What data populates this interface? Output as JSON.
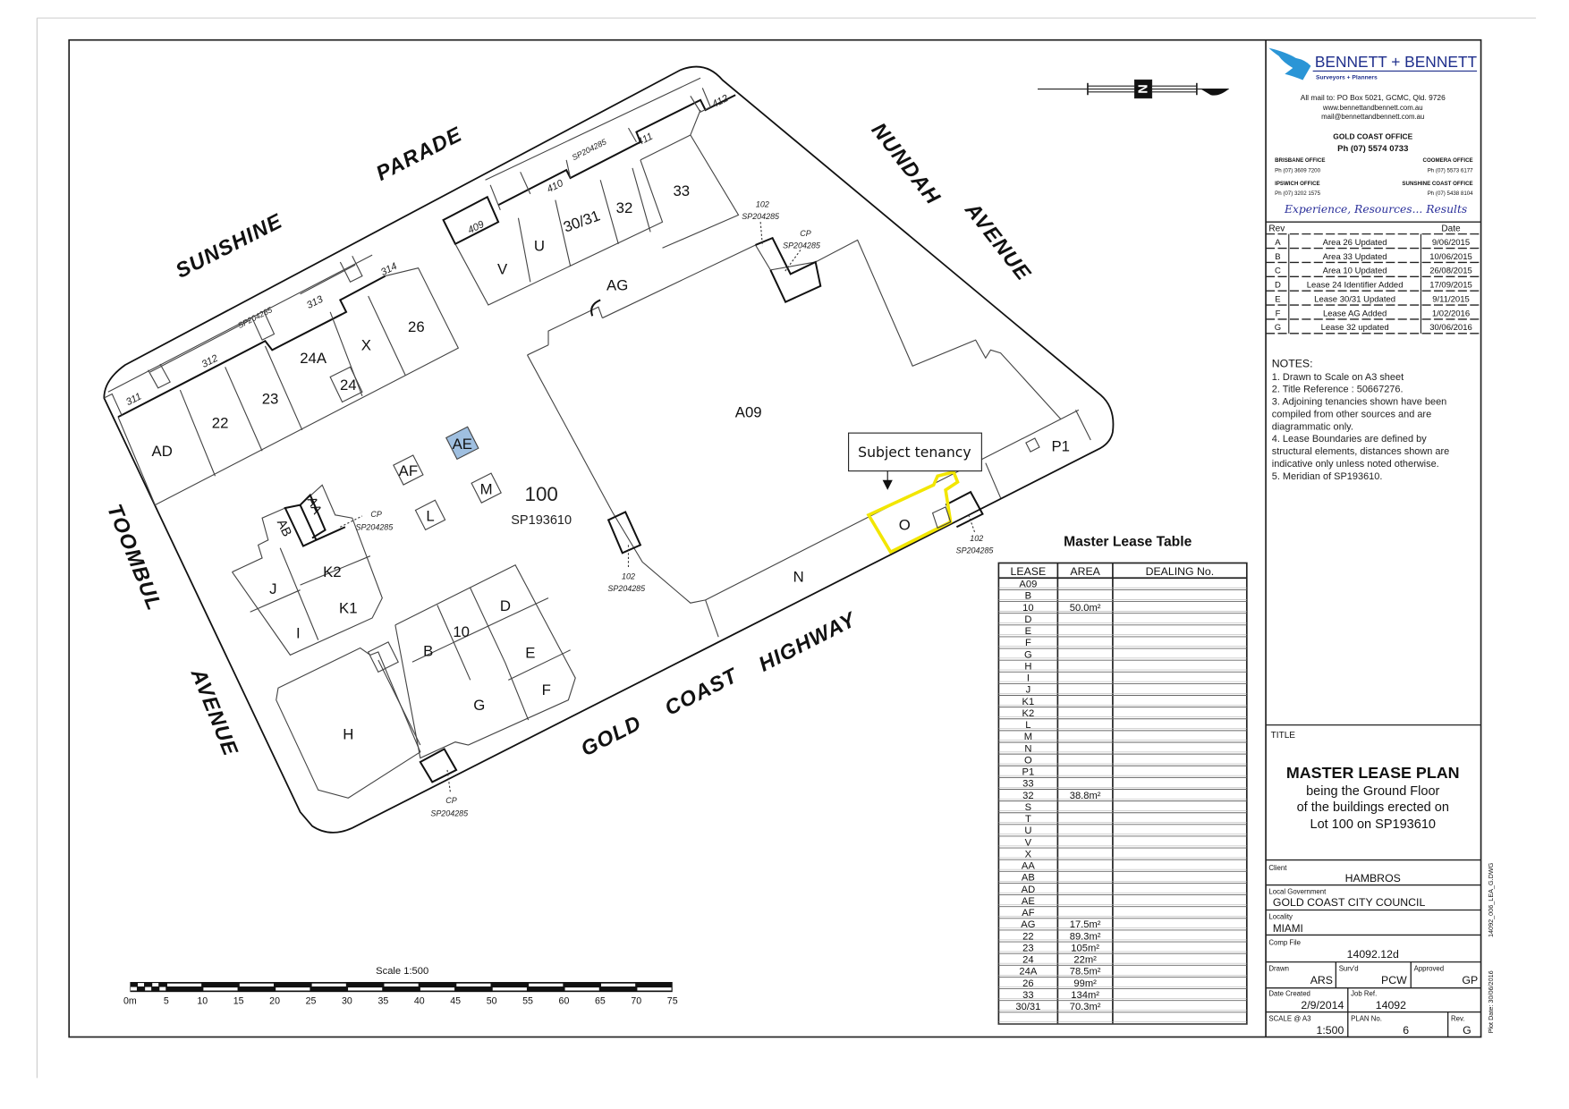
{
  "map": {
    "streets": {
      "sunshine": "SUNSHINE",
      "parade": "PARADE",
      "nundah": "NUNDAH",
      "nundah_avenue": "AVENUE",
      "toombul": "TOOMBUL",
      "toombul_avenue": "AVENUE",
      "gold": "GOLD",
      "coast": "COAST",
      "highway": "HIGHWAY"
    },
    "lease_labels": {
      "AD": "AD",
      "22": "22",
      "23": "23",
      "24A": "24A",
      "24": "24",
      "X": "X",
      "26": "26",
      "V": "V",
      "U": "U",
      "3031": "30/31",
      "32": "32",
      "33": "33",
      "AG": "AG",
      "A09": "A09",
      "AE": "AE",
      "AF": "AF",
      "M": "M",
      "L": "L",
      "AA": "AA",
      "AB": "AB",
      "J": "J",
      "K2": "K2",
      "K1": "K1",
      "I": "I",
      "B": "B",
      "10": "10",
      "D": "D",
      "E": "E",
      "G": "G",
      "F": "F",
      "H": "H",
      "N": "N",
      "O": "O",
      "P1": "P1"
    },
    "lot_numbers": {
      "l311": "311",
      "l312": "312",
      "l313": "313",
      "l314": "314",
      "l409": "409",
      "l410": "410",
      "l411": "411",
      "l412": "412"
    },
    "lot": {
      "number": "100",
      "plan": "SP193610"
    },
    "annotations": {
      "cp": "CP",
      "n102": "102",
      "sp": "SP204285"
    },
    "callout": "Subject tenancy",
    "highlight_color": "#f2e600",
    "ae_fill": "#9fbfe0"
  },
  "scale_bar": {
    "title": "Scale 1:500",
    "ticks": [
      "0m",
      "5",
      "10",
      "15",
      "20",
      "25",
      "30",
      "35",
      "40",
      "45",
      "50",
      "55",
      "60",
      "65",
      "70",
      "75"
    ]
  },
  "lease_table": {
    "title": "Master Lease Table",
    "headers": [
      "LEASE",
      "AREA",
      "DEALING No."
    ],
    "rows": [
      {
        "lease": "A09",
        "area": ""
      },
      {
        "lease": "B",
        "area": ""
      },
      {
        "lease": "10",
        "area": "50.0m²"
      },
      {
        "lease": "D",
        "area": ""
      },
      {
        "lease": "E",
        "area": ""
      },
      {
        "lease": "F",
        "area": ""
      },
      {
        "lease": "G",
        "area": ""
      },
      {
        "lease": "H",
        "area": ""
      },
      {
        "lease": "I",
        "area": ""
      },
      {
        "lease": "J",
        "area": ""
      },
      {
        "lease": "K1",
        "area": ""
      },
      {
        "lease": "K2",
        "area": ""
      },
      {
        "lease": "L",
        "area": ""
      },
      {
        "lease": "M",
        "area": ""
      },
      {
        "lease": "N",
        "area": ""
      },
      {
        "lease": "O",
        "area": ""
      },
      {
        "lease": "P1",
        "area": ""
      },
      {
        "lease": "33",
        "area": ""
      },
      {
        "lease": "32",
        "area": "38.8m²"
      },
      {
        "lease": "S",
        "area": ""
      },
      {
        "lease": "T",
        "area": ""
      },
      {
        "lease": "U",
        "area": ""
      },
      {
        "lease": "V",
        "area": ""
      },
      {
        "lease": "X",
        "area": ""
      },
      {
        "lease": "AA",
        "area": ""
      },
      {
        "lease": "AB",
        "area": ""
      },
      {
        "lease": "AD",
        "area": ""
      },
      {
        "lease": "AE",
        "area": ""
      },
      {
        "lease": "AF",
        "area": ""
      },
      {
        "lease": "AG",
        "area": "17.5m²"
      },
      {
        "lease": "22",
        "area": "89.3m²"
      },
      {
        "lease": "23",
        "area": "105m²"
      },
      {
        "lease": "24",
        "area": "22m²"
      },
      {
        "lease": "24A",
        "area": "78.5m²"
      },
      {
        "lease": "26",
        "area": "99m²"
      },
      {
        "lease": "33",
        "area": "134m²"
      },
      {
        "lease": "30/31",
        "area": "70.3m²"
      },
      {
        "lease": "",
        "area": ""
      }
    ]
  },
  "title_block": {
    "company": "BENNETT + BENNETT",
    "company_sub": "Surveyors + Planners",
    "mail": "All mail to:  PO Box 5021, GCMC, Qld. 9726",
    "web": "www.bennettandbennett.com.au",
    "email": "mail@bennettandbennett.com.au",
    "gc_office": "GOLD COAST OFFICE",
    "gc_phone": "Ph (07) 5574 0733",
    "brisbane_office": "BRISBANE OFFICE",
    "brisbane_phone": "Ph (07) 3609 7200",
    "coomera_office": "COOMERA OFFICE",
    "coomera_phone": "Ph (07) 5573 6177",
    "ipswich_office": "IPSWICH OFFICE",
    "ipswich_phone": "Ph (07) 3202 1575",
    "sunshine_office": "SUNSHINE COAST OFFICE",
    "sunshine_phone": "Ph (07) 5438 8104",
    "tagline": "Experience, Resources... Results",
    "title_label": "TITLE",
    "title_main": "MASTER LEASE PLAN",
    "title_lines": [
      "being the Ground Floor",
      "of the buildings erected on",
      "Lot 100 on SP193610"
    ],
    "client_label": "Client",
    "client": "HAMBROS",
    "local_gov_label": "Local Government",
    "local_gov": "GOLD COAST CITY COUNCIL",
    "locality_label": "Locality",
    "locality": "MIAMI",
    "comp_file_label": "Comp File",
    "comp_file": "14092.12d",
    "drawn_label": "Drawn",
    "drawn": "ARS",
    "survd_label": "Surv'd",
    "survd": "PCW",
    "approved_label": "Approved",
    "approved": "GP",
    "date_created_label": "Date Created",
    "date_created": "2/9/2014",
    "job_ref_label": "Job Ref.",
    "job_ref": "14092",
    "scale_label": "SCALE @ A3",
    "scale": "1:500",
    "plan_no_label": "PLAN No.",
    "plan_no": "6",
    "rev_label": "Rev.",
    "rev": "G",
    "dwg_file": "14092_006_LEA_G.DWG",
    "plot_date": "Plot Date: 30/06/2016"
  },
  "revisions": {
    "header_rev": "Rev",
    "header_date": "Date",
    "rows": [
      {
        "rev": "A",
        "desc": "Area 26 Updated",
        "date": "9/06/2015"
      },
      {
        "rev": "B",
        "desc": "Area 33 Updated",
        "date": "10/06/2015"
      },
      {
        "rev": "C",
        "desc": "Area 10 Updated",
        "date": "26/08/2015"
      },
      {
        "rev": "D",
        "desc": "Lease 24 Identifier Added",
        "date": "17/09/2015"
      },
      {
        "rev": "E",
        "desc": "Lease 30/31 Updated",
        "date": "9/11/2015"
      },
      {
        "rev": "F",
        "desc": "Lease AG Added",
        "date": "1/02/2016"
      },
      {
        "rev": "G",
        "desc": "Lease 32 updated",
        "date": "30/06/2016"
      }
    ]
  },
  "notes": {
    "heading": "NOTES:",
    "lines": [
      "1. Drawn to Scale on A3 sheet",
      "2. Title Reference : 50667276.",
      "3. Adjoining tenancies shown have been",
      "compiled from other sources and are",
      "diagrammatic only.",
      "4. Lease Boundaries are defined by",
      "structural elements, distances shown are",
      "indicative only unless noted otherwise.",
      "5. Meridian of SP193610."
    ]
  }
}
